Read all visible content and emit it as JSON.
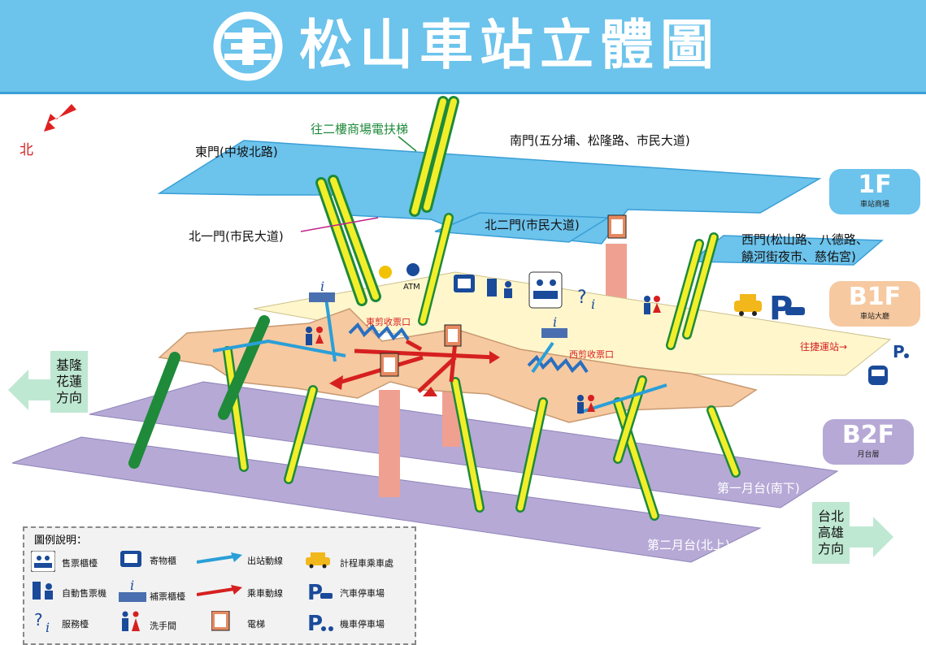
{
  "header": {
    "title": "松山車站立體圖"
  },
  "compass": {
    "north_label": "北"
  },
  "floors": [
    {
      "name": "1F",
      "subtitle": "車站商場",
      "color": "#6cc3ec"
    },
    {
      "name": "B1F",
      "subtitle": "車站大廳",
      "color": "#f6c9a0"
    },
    {
      "name": "B2F",
      "subtitle": "月台層",
      "color": "#b6a9d6"
    }
  ],
  "labels": {
    "escalator_to_2f": "往二樓商場電扶梯",
    "east_gate": "東門(中坡北路)",
    "south_gate": "南門(五分埔、松隆路、市民大道)",
    "north1_gate": "北一門(市民大道)",
    "north2_gate": "北二門(市民大道)",
    "west_gate_line1": "西門(松山路、八德路、",
    "west_gate_line2": "饒河街夜市、慈佑宮)",
    "atm": "ATM",
    "east_ticket_gate": "東剪收票口",
    "west_ticket_gate": "西剪收票口",
    "to_mrt": "往捷運站→",
    "platform1": "第一月台(南下)",
    "platform2": "第二月台(北上)"
  },
  "directions": {
    "left": [
      "基隆",
      "花蓮",
      "方向"
    ],
    "right": [
      "台北",
      "高雄",
      "方向"
    ]
  },
  "legend": {
    "title": "圖例說明：",
    "items": [
      {
        "label": "售票櫃檯",
        "icon": "ticket-counter-icon"
      },
      {
        "label": "寄物櫃",
        "icon": "locker-icon"
      },
      {
        "label": "出站動線",
        "icon": "exit-flow-arrow-icon"
      },
      {
        "label": "計程車乘車處",
        "icon": "taxi-icon"
      },
      {
        "label": "自動售票機",
        "icon": "ticket-machine-icon"
      },
      {
        "label": "補票櫃檯",
        "icon": "fare-adjust-icon"
      },
      {
        "label": "乘車動線",
        "icon": "boarding-flow-arrow-icon"
      },
      {
        "label": "汽車停車場",
        "icon": "car-parking-icon"
      },
      {
        "label": "服務檯",
        "icon": "info-desk-icon"
      },
      {
        "label": "洗手間",
        "icon": "restroom-icon"
      },
      {
        "label": "電梯",
        "icon": "elevator-icon"
      },
      {
        "label": "機車停車場",
        "icon": "scooter-parking-icon"
      }
    ]
  },
  "colors": {
    "header": "#6cc3ec",
    "floor_1f": "#6cc3ec",
    "floor_b1f": "#fff6cc",
    "concourse": "#f6c9a0",
    "platform": "#b6a9d6",
    "escalator_yellow": "#f2ee2a",
    "escalator_green": "#1e8a3a",
    "exit_flow": "#2a9fd8",
    "boarding_flow": "#d62020",
    "elevator_shaft": "#f0a090"
  }
}
